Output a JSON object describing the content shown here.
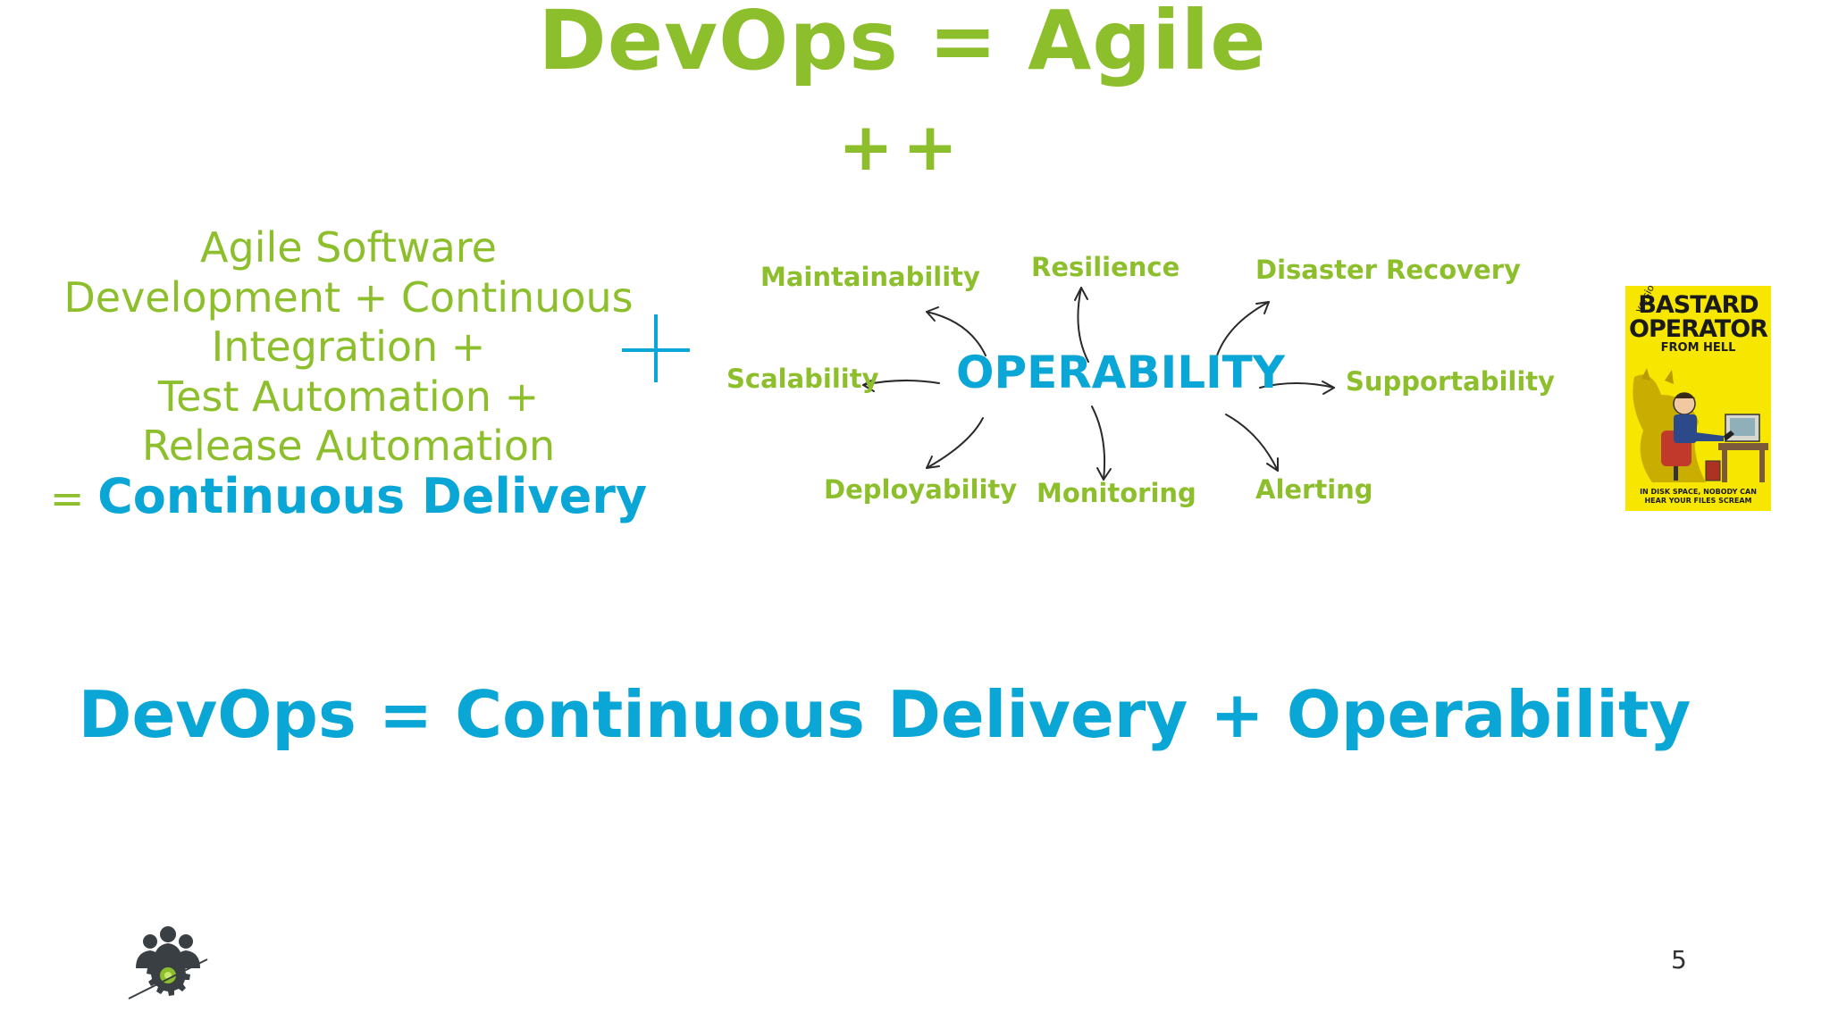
{
  "colors": {
    "green": "#8cbf2b",
    "blue": "#0aa6d6",
    "book_yellow": "#f6e600"
  },
  "title": "DevOps = Agile",
  "title_suffix": "++",
  "left_block": {
    "lines": [
      "Agile Software",
      "Development + Continuous",
      "Integration +",
      "Test Automation +",
      "Release Automation"
    ],
    "equals": "=",
    "result": "Continuous Delivery"
  },
  "diagram": {
    "center": "OPERABILITY",
    "labels": {
      "maintainability": "Maintainability",
      "resilience": "Resilience",
      "disaster_recovery": "Disaster Recovery",
      "scalability": "Scalability",
      "supportability": "Supportability",
      "deployability": "Deployability",
      "monitoring": "Monitoring",
      "alerting": "Alerting"
    }
  },
  "book": {
    "title_line1": "BASTARD",
    "title_line2": "OPERATOR",
    "subtitle": "FROM HELL",
    "version": "version 1.0",
    "tagline": "IN DISK SPACE, NOBODY CAN HEAR YOUR FILES SCREAM"
  },
  "equation": "DevOps = Continuous Delivery + Operability",
  "page_number": "5",
  "logo_icon": "team-gear-icon"
}
